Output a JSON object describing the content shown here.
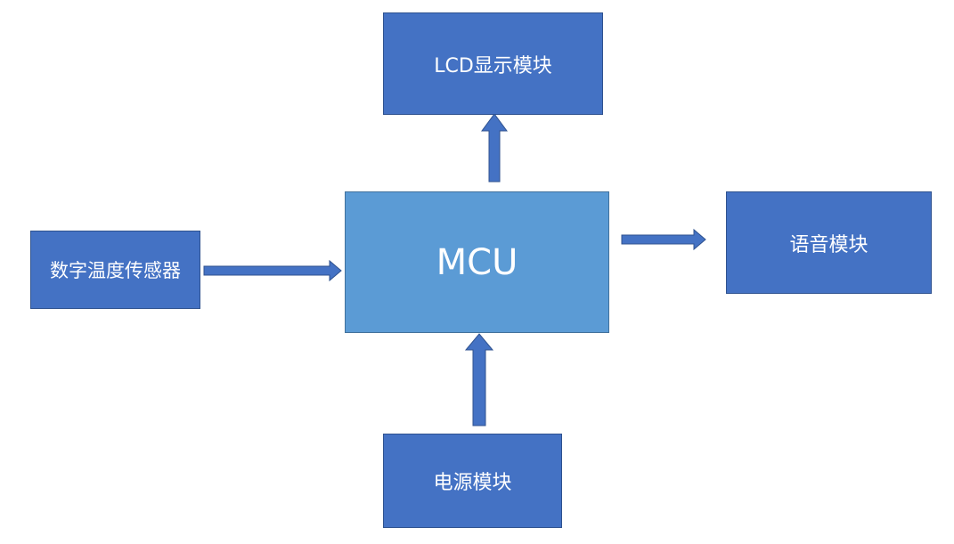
{
  "diagram": {
    "blocks": {
      "lcd": "LCD显示模块",
      "mcu": "MCU",
      "voice": "语音模块",
      "sensor": "数字温度传感器",
      "power": "电源模块"
    },
    "colors": {
      "block_fill": "#4472c4",
      "mcu_fill": "#5b9bd5",
      "border": "#2f528f",
      "arrow_fill": "#4472c4",
      "text": "#ffffff",
      "background": "#ffffff"
    }
  }
}
